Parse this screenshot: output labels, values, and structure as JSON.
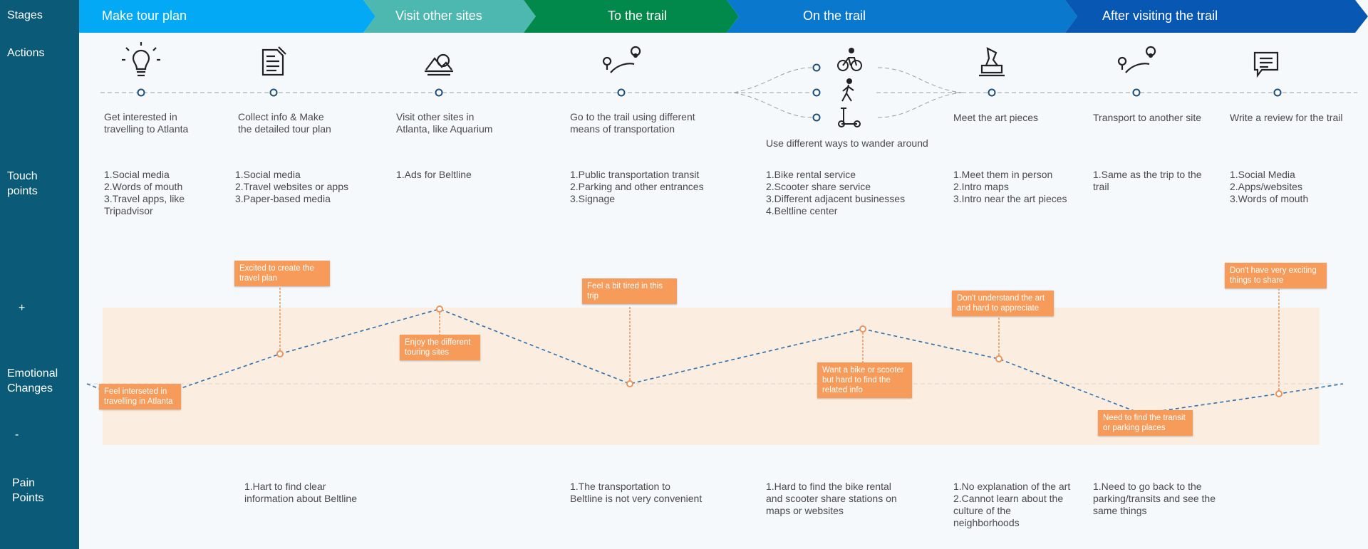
{
  "sidebar": {
    "stages": "Stages",
    "actions": "Actions",
    "touch": "Touch\npoints",
    "plus": "+",
    "emotional": "Emotional\nChanges",
    "minus": "-",
    "pain": "Pain\nPoints"
  },
  "stages": [
    {
      "label": "Make tour plan",
      "color": "#03a9f4"
    },
    {
      "label": "Visit other sites",
      "color": "#4cb8b0"
    },
    {
      "label": "To the trail",
      "color": "#00894a"
    },
    {
      "label": "On the trail",
      "color": "#0a78cc"
    },
    {
      "label": "After visiting the trail",
      "color": "#0857b3"
    }
  ],
  "actions": [
    {
      "icon": "lightbulb-icon",
      "text": "Get interested in\ntravelling to Atlanta"
    },
    {
      "icon": "notepad-icon",
      "text": "Collect info & Make\nthe detailed tour plan"
    },
    {
      "icon": "landscape-icon",
      "text": "Visit other sites in\nAtlanta, like Aquarium"
    },
    {
      "icon": "route-pin-icon",
      "text": "Go to the trail using different\nmeans of transportation"
    },
    {
      "icon": "bike-walk-scooter-icon",
      "text": "Use different ways to wander around"
    },
    {
      "icon": "monument-icon",
      "text": "Meet the art pieces"
    },
    {
      "icon": "route-pin-icon",
      "text": "Transport to another site"
    },
    {
      "icon": "review-comment-icon",
      "text": "Write a review for the trail"
    }
  ],
  "touchpoints": [
    "1.Social media\n2.Words of mouth\n3.Travel apps, like\nTripadvisor",
    "1.Social media\n2.Travel websites or apps\n3.Paper-based media",
    "1.Ads for Beltline",
    "1.Public transportation transit\n2.Parking and other entrances\n3.Signage",
    "1.Bike rental service\n2.Scooter share service\n3.Different adjacent businesses\n4.Beltline center",
    "1.Meet them in person\n2.Intro maps\n3.Intro near the art pieces",
    "1.Same as the trip to the\ntrail",
    "1.Social Media\n2.Apps/websites\n3.Words of mouth"
  ],
  "emotions": [
    {
      "text": "Feel interseted in\ntravelling in Atlanta",
      "level": -0.2
    },
    {
      "text": "Excited to create the\ntravel plan",
      "level": 0.3
    },
    {
      "text": "Enjoy the different\ntouring sites",
      "level": 0.75
    },
    {
      "text": "Feel a bit tired in this\ntrip",
      "level": 0.0
    },
    {
      "text": "Want a bike or scooter\nbut hard to find the\nrelated info",
      "level": 0.55
    },
    {
      "text": "Don't understand the art\nand hard to appreciate",
      "level": 0.25
    },
    {
      "text": "Need to find the transit\nor parking places",
      "level": -0.3
    },
    {
      "text": "Don't have very exciting\nthings to share",
      "level": -0.1
    }
  ],
  "pain_points": [
    "",
    "1.Hart to find clear\ninformation about Beltline",
    "",
    "1.The transportation to\nBeltline is not very convenient",
    "1.Hard to find the bike rental\nand scooter share stations on\nmaps or websites",
    "1.No explanation of the art\n2.Cannot learn about the\nculture of the\nneighborhoods",
    "1.Need to go back to the\nparking/transits and see the\nsame things",
    ""
  ],
  "colors": {
    "sidebar": "#0a5a78",
    "emotion_box": "#f79b5b",
    "emotion_area": "#fbeee0",
    "curve": "#2f6fae",
    "timeline": "#9aa0a6"
  }
}
